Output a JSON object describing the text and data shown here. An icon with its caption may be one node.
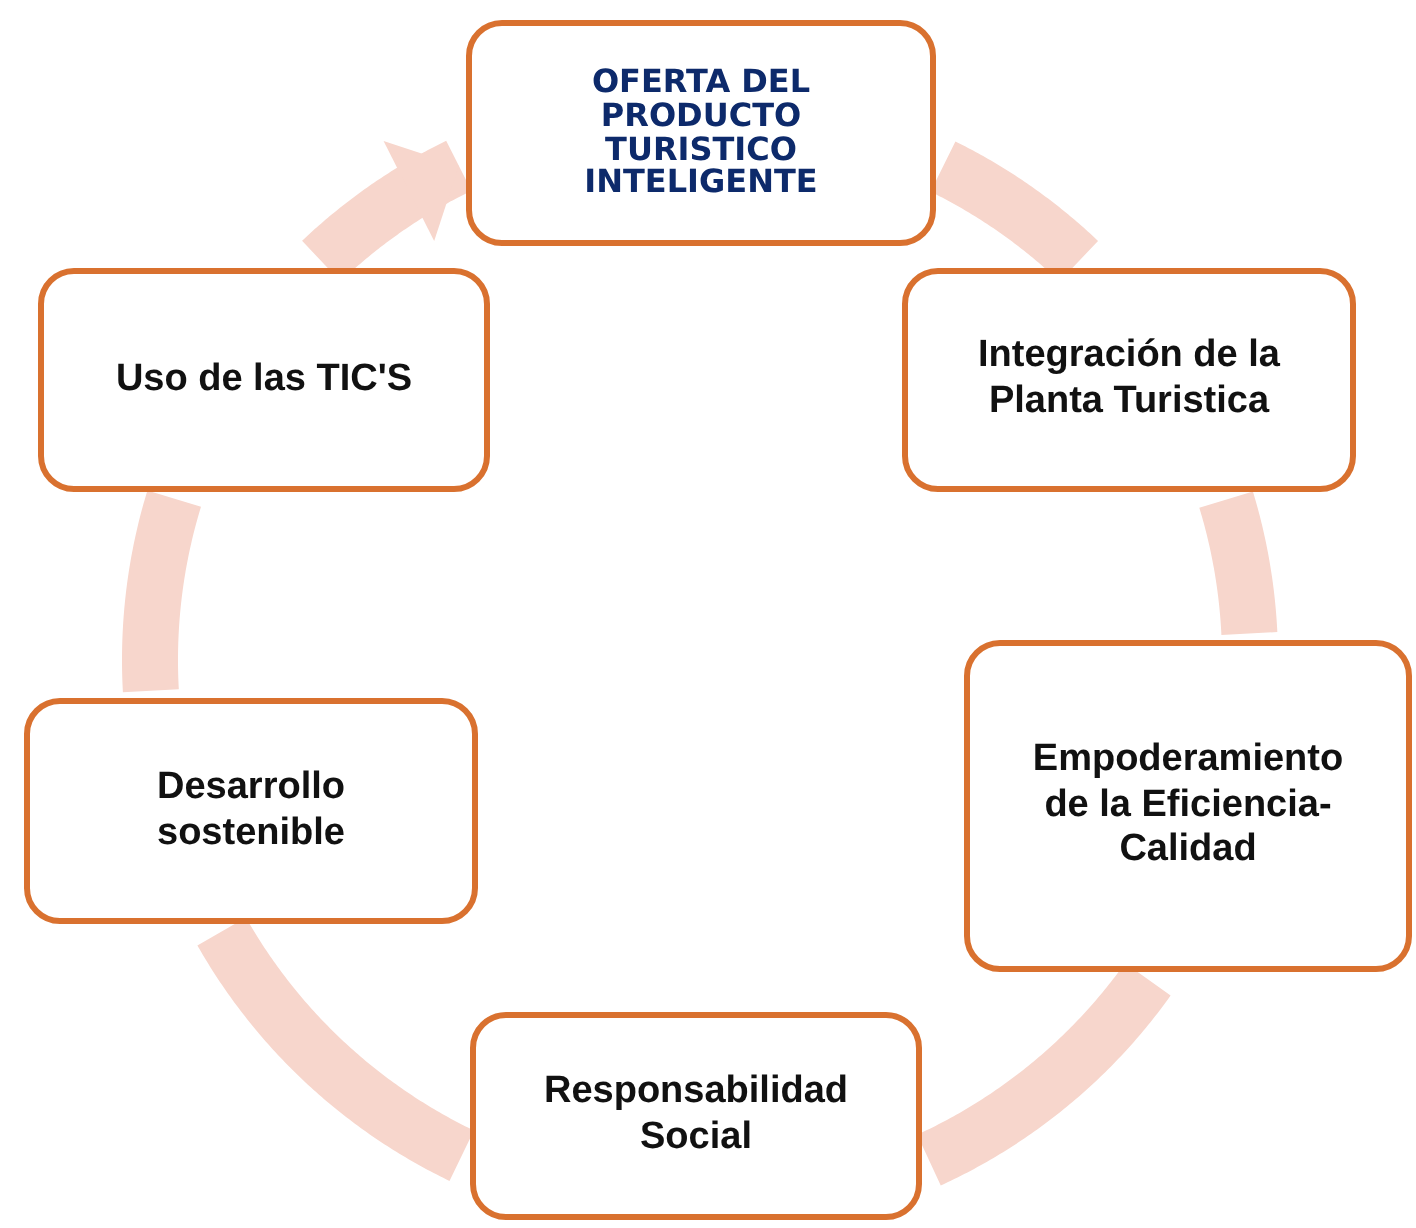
{
  "diagram": {
    "nodes": [
      {
        "text": [
          "OFERTA DEL PRODUCTO TURISTICO INTELIGENTE"
        ]
      },
      {
        "text": [
          "Integración de la Planta Turistica"
        ]
      },
      {
        "text": [
          "Empoderamiento de la Eficiencia-Calidad"
        ]
      },
      {
        "text": [
          "Responsabilidad Social"
        ]
      },
      {
        "text": [
          "Desarrollo sostenible"
        ]
      },
      {
        "text": [
          "Uso de las TIC'S"
        ]
      }
    ],
    "edges": [
      {
        "from": 0,
        "to": 1,
        "arrow": "none"
      },
      {
        "from": 1,
        "to": 2,
        "arrow": "none"
      },
      {
        "from": 2,
        "to": 3,
        "arrow": "none"
      },
      {
        "from": 3,
        "to": 4,
        "arrow": "none"
      },
      {
        "from": 4,
        "to": 5,
        "arrow": "none"
      },
      {
        "from": 5,
        "to": 0,
        "arrow": "to"
      }
    ]
  }
}
